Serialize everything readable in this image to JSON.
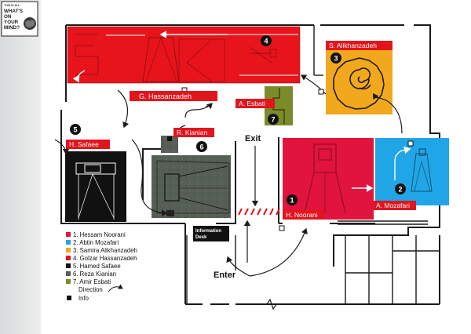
{
  "logo": {
    "small_text": "THIS IS ALL",
    "lines": [
      "WHAT'S",
      "ON",
      "YOUR",
      "MIND?"
    ]
  },
  "labels": {
    "g_hassanzadeh": "G. Hassanzadeh",
    "s_alikhanzadeh": "S. Alikhanzadeh",
    "a_esbati": "A. Esbati",
    "r_kianian": "R. Kianian",
    "h_safaee": "H. Safaee",
    "h_noorani": "H. Noorani",
    "a_mozafari": "A. Mozafari",
    "exit": "Exit",
    "enter": "Enter",
    "info_desk": "Information Desk"
  },
  "numbers": {
    "n1": "1",
    "n2": "2",
    "n3": "3",
    "n4": "4",
    "n5": "5",
    "n6": "6",
    "n7": "7"
  },
  "legend": {
    "items": [
      {
        "label": "1. Hessam Noorani",
        "color": "#e0143c"
      },
      {
        "label": "2. Abtin Mozafari",
        "color": "#20a6e6"
      },
      {
        "label": "3. Samira Alikhanzadeh",
        "color": "#f2a81c"
      },
      {
        "label": "4. Golzar Hassanzadeh",
        "color": "#e8141c"
      },
      {
        "label": "5. Hamed Safaee",
        "color": "#111111"
      },
      {
        "label": "6. Reza Kianian",
        "color": "#555f55"
      },
      {
        "label": "7. Amir Esbati",
        "color": "#7a8c2a"
      }
    ],
    "direction_label": "Direction",
    "info_label": "Info"
  },
  "colors": {
    "noorani": "#e0143c",
    "mozafari": "#20a6e6",
    "alikhanzadeh": "#f2a81c",
    "hassanzadeh": "#e8141c",
    "safaee": "#111111",
    "kianian": "#555f55",
    "esbati": "#7a8c2a",
    "label_red": "#e2141c",
    "walls": "#1a1a1a",
    "arrows": "#e2141c"
  }
}
